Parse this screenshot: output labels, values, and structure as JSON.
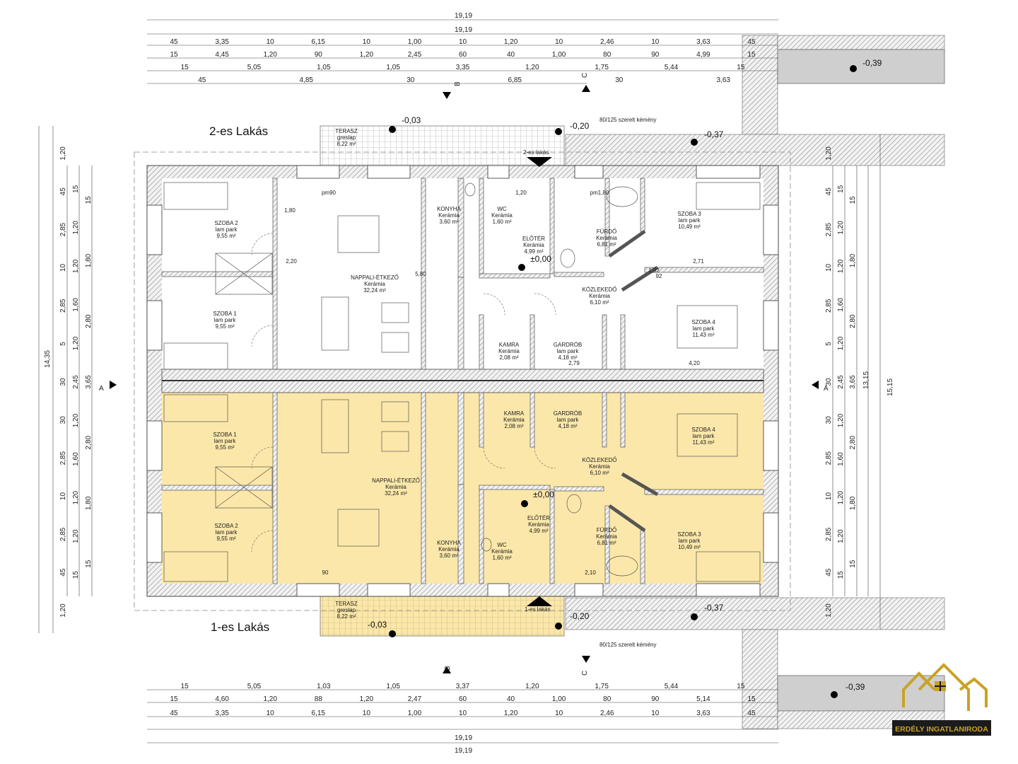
{
  "apartments": {
    "upper_title": "2-es Lakás",
    "lower_title": "1-es Lakás"
  },
  "levels": {
    "terrace": "-0,03",
    "entrance": "-0,20",
    "side_right": "-0,37",
    "outer": "-0,39",
    "floor": "±0,00"
  },
  "chimney_note": "80/125 szerelt kémény",
  "entrance_labels": {
    "upper": "2-es lakás",
    "lower": "1-es lakás"
  },
  "section_marks": [
    "A",
    "B",
    "C"
  ],
  "colors": {
    "unit1_fill": "#fbe7a9",
    "wall_hatch": "#9a9a9a",
    "logo_gold": "#c9a227",
    "logo_bg": "#1b1b1b"
  },
  "rooms_upper": [
    {
      "name": "SZOBA 2",
      "floor": "lam park",
      "area": "9,55 m²"
    },
    {
      "name": "SZOBA 1",
      "floor": "lam park",
      "area": "9,55 m²"
    },
    {
      "name": "NAPPALI-ÉTKEZŐ",
      "floor": "Kerámia",
      "area": "32,24 m²"
    },
    {
      "name": "KONYHA",
      "floor": "Kerámia",
      "area": "3,60 m²"
    },
    {
      "name": "WC",
      "floor": "Kerámia",
      "area": "1,60 m²"
    },
    {
      "name": "ELŐTÉR",
      "floor": "Kerámia",
      "area": "4,99 m²"
    },
    {
      "name": "FÜRDŐ",
      "floor": "Kerámia",
      "area": "6,81 m²"
    },
    {
      "name": "SZOBA 3",
      "floor": "lam park",
      "area": "10,49 m²"
    },
    {
      "name": "KÖZLEKEDŐ",
      "floor": "Kerámia",
      "area": "6,10 m²"
    },
    {
      "name": "SZOBA 4",
      "floor": "lam park",
      "area": "11,43 m²"
    },
    {
      "name": "KAMRA",
      "floor": "Kerámia",
      "area": "2,08 m²"
    },
    {
      "name": "GARDRÓB",
      "floor": "lam park",
      "area": "4,18 m²"
    },
    {
      "name": "TERASZ",
      "floor": "greslap",
      "area": "8,22 m²"
    }
  ],
  "rooms_lower": [
    {
      "name": "SZOBA 1",
      "floor": "lam park",
      "area": "9,55 m²"
    },
    {
      "name": "SZOBA 2",
      "floor": "lam park",
      "area": "9,55 m²"
    },
    {
      "name": "NAPPALI-ÉTKEZŐ",
      "floor": "Kerámia",
      "area": "32,24 m²"
    },
    {
      "name": "KONYHA",
      "floor": "Kerámia",
      "area": "3,60 m²"
    },
    {
      "name": "WC",
      "floor": "Kerámia",
      "area": "1,60 m²"
    },
    {
      "name": "ELŐTÉR",
      "floor": "Kerámia",
      "area": "4,99 m²"
    },
    {
      "name": "FÜRDŐ",
      "floor": "Kerámia",
      "area": "6,81 m²"
    },
    {
      "name": "SZOBA 3",
      "floor": "lam park",
      "area": "10,49 m²"
    },
    {
      "name": "KÖZLEKEDŐ",
      "floor": "Kerámia",
      "area": "6,10 m²"
    },
    {
      "name": "SZOBA 4",
      "floor": "lam park",
      "area": "11,43 m²"
    },
    {
      "name": "KAMRA",
      "floor": "Kerámia",
      "area": "2,08 m²"
    },
    {
      "name": "GARDRÓB",
      "floor": "lam park",
      "area": "4,18 m²"
    },
    {
      "name": "TERASZ",
      "floor": "greslap",
      "area": "8,22 m²"
    }
  ],
  "dims_top": {
    "total": "19,19",
    "row1": [
      "45",
      "3,35",
      "10",
      "6,15",
      "10",
      "1,00",
      "10",
      "1,20",
      "10",
      "2,46",
      "10",
      "3,63",
      "45"
    ],
    "row2": [
      "15",
      "4,45",
      "1,20",
      "90",
      "1,20",
      "2,45",
      "60",
      "40",
      "1,00",
      "80",
      "90",
      "4,99",
      "15"
    ],
    "row3": [
      "15",
      "5,05",
      "1,05",
      "1,05",
      "3,35",
      "1,20",
      "1,75",
      "5,44",
      "15"
    ],
    "row4": [
      "45",
      "4,85",
      "30",
      "6,85",
      "30",
      "3,63"
    ]
  },
  "dims_bottom": {
    "total": "19,19",
    "row1": [
      "15",
      "5,05",
      "1,03",
      "1,05",
      "3,37",
      "1,20",
      "1,75",
      "5,44",
      "15"
    ],
    "row2": [
      "15",
      "4,60",
      "1,20",
      "88",
      "1,20",
      "2,47",
      "60",
      "40",
      "1,00",
      "80",
      "90",
      "5,14",
      "15"
    ],
    "row3": [
      "45",
      "3,35",
      "10",
      "6,15",
      "10",
      "1,00",
      "10",
      "1,20",
      "10",
      "2,46",
      "10",
      "3,63",
      "45"
    ]
  },
  "dims_side": {
    "total_left": "14,35",
    "total_right": "15,15",
    "right_inner": "13,15",
    "left_col1": [
      "1,20",
      "45",
      "2,85",
      "10",
      "2,85",
      "5",
      "30",
      "30",
      "2,85",
      "10",
      "2,85",
      "45",
      "1,20"
    ],
    "left_col2": [
      "15",
      "1,20",
      "1,20",
      "1,60",
      "1,20",
      "2,45",
      "1,20",
      "1,60",
      "1,20",
      "1,20",
      "15"
    ],
    "left_col3": [
      "15",
      "1,80",
      "2,80",
      "3,65",
      "2,80",
      "1,80",
      "15"
    ]
  },
  "openings": [
    "pm90",
    "pm1,80",
    "90",
    "2,10",
    "1,20",
    "1,80",
    "2,20",
    "5,80",
    "2,71",
    "2,79",
    "4,20",
    "1,92",
    "92"
  ],
  "logo": {
    "text": "ERDÉLY INGATLANIRODA"
  }
}
